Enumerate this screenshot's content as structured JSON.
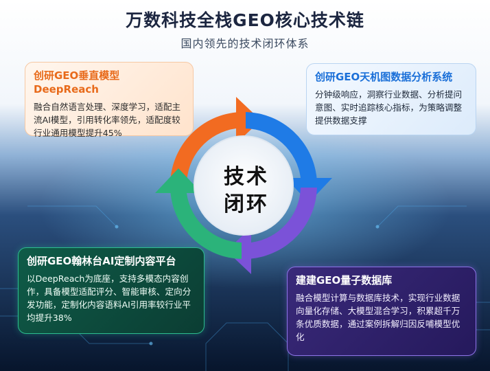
{
  "header": {
    "title": "万数科技全栈GEO核心技术链",
    "subtitle": "国内领先的技术闭环体系"
  },
  "center": {
    "line1": "技术",
    "line2": "闭环"
  },
  "cards": {
    "top_left": {
      "title": "创研GEO垂直模型DeepReach",
      "body": "融合自然语言处理、深度学习，适配主流AI模型，引用转化率领先，适配度较行业通用模型提升45%"
    },
    "top_right": {
      "title": "创研GEO天机图数据分析系统",
      "body": "分钟级响应，洞察行业数据、分析提问意图、实时追踪核心指标，为策略调整提供数据支撑"
    },
    "bottom_left": {
      "title": "创研GEO翰林台AI定制内容平台",
      "body": "以DeepReach为底座，支持多模态内容创作，具备模型适配评分、智能审核、定向分发功能，定制化内容语料AI引用率较行业平均提升38%"
    },
    "bottom_right": {
      "title": "建建GEO量子数据库",
      "body": "融合模型计算与数据库技术，实现行业数据向量化存储、大模型混合学习，积累超千万条优质数据，通过案例拆解归因反哺模型优化"
    }
  },
  "colors": {
    "orange": "#f26b21",
    "blue": "#1f7be6",
    "purple": "#7b52d8",
    "green": "#2bb37a",
    "dark_bg": "#0a1a33"
  }
}
